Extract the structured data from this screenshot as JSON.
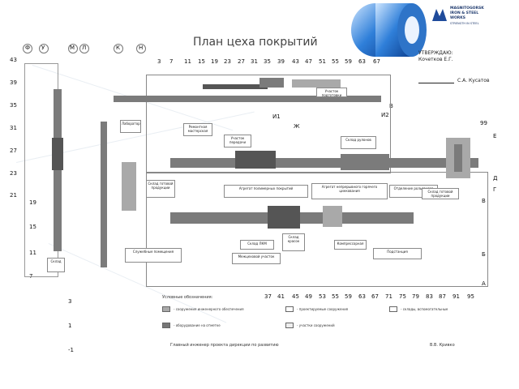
{
  "title": "План цеха покрытий",
  "company": {
    "name_lines": [
      "MAGNITOGORSK",
      "IRON & STEEL",
      "WORKS"
    ],
    "tagline": "STRENGTH IN STEEL"
  },
  "approval": {
    "header": "УТВЕРЖДАЮ:",
    "name_left": "Кочетков Е.Г.",
    "name_right": "С.А. Кусатов"
  },
  "axes": {
    "top_numbers": [
      "3",
      "7",
      "11",
      "15",
      "19",
      "23",
      "27",
      "31",
      "35",
      "39",
      "43",
      "47",
      "51",
      "55",
      "59",
      "63",
      "67"
    ],
    "bottom_numbers": [
      "37",
      "41",
      "45",
      "49",
      "53",
      "55",
      "59",
      "63",
      "67",
      "71",
      "75",
      "79",
      "83",
      "87",
      "91",
      "95"
    ],
    "left_numbers": [
      "43",
      "39",
      "35",
      "31",
      "27",
      "23",
      "21",
      "19",
      "15",
      "11",
      "7",
      "3",
      "1",
      "-1"
    ],
    "top_letters": [
      "Ф",
      "У",
      "М",
      "Л",
      "К",
      "Н"
    ],
    "right_letters": [
      "В",
      "Е",
      "Д",
      "Г",
      "В",
      "Б",
      "А"
    ]
  },
  "zones": {
    "label_i1": "И1",
    "label_i2": "И2",
    "label_zh": "Ж",
    "label_99": "99"
  },
  "boxes": {
    "store_1": "Склад готовой продукции",
    "store_2": "Склад готовой продукции",
    "office": "Лаборатория",
    "agrpc": "Агрегат полимерных покрытий",
    "agr_zinc": "Агрегат непрерывного горячего цинкования",
    "zone_prep": "Участок подготовки",
    "repair": "Ремонтная мастерская",
    "store_coils": "Склад рулонов",
    "transfer": "Участок передачи",
    "section_rol": "Отделение рольгангов",
    "mnlz": "Склад ЛКМ",
    "compressor": "Компрессорная",
    "paint": "Склад красок",
    "substation": "Подстанция",
    "zone_mid": "Межцеховой участок",
    "storage_left": "Склад",
    "offices": "Служебные помещения"
  },
  "legend": {
    "title": "Условные обозначения:",
    "items": [
      "- сооружения инженерного обеспечения",
      "- проектируемые сооружения",
      "- склады, вспомогательные",
      "- оборудование на отметке",
      "- участки сооружений"
    ],
    "footer_left": "Главный инженер проекта дирекции по развитию",
    "footer_right": "В.В. Кривко"
  }
}
